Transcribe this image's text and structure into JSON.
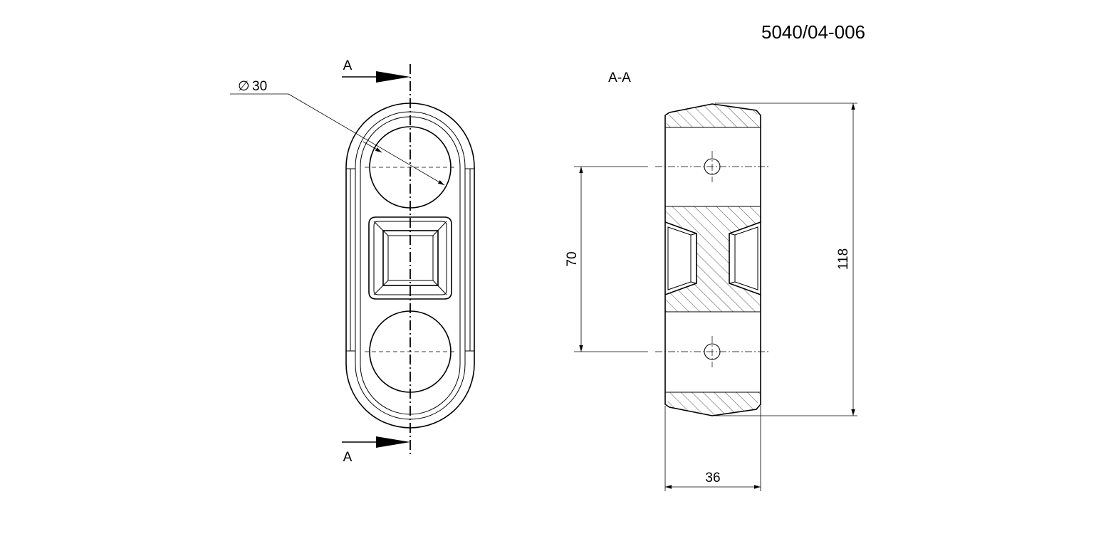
{
  "drawing": {
    "number": "5040/04-006",
    "section_label": "A-A",
    "cut_label_top": "A",
    "cut_label_bottom": "A",
    "diameter_symbol": "∅",
    "diameter_value": "30",
    "dim_height": "118",
    "dim_spacing": "70",
    "dim_width": "36"
  }
}
